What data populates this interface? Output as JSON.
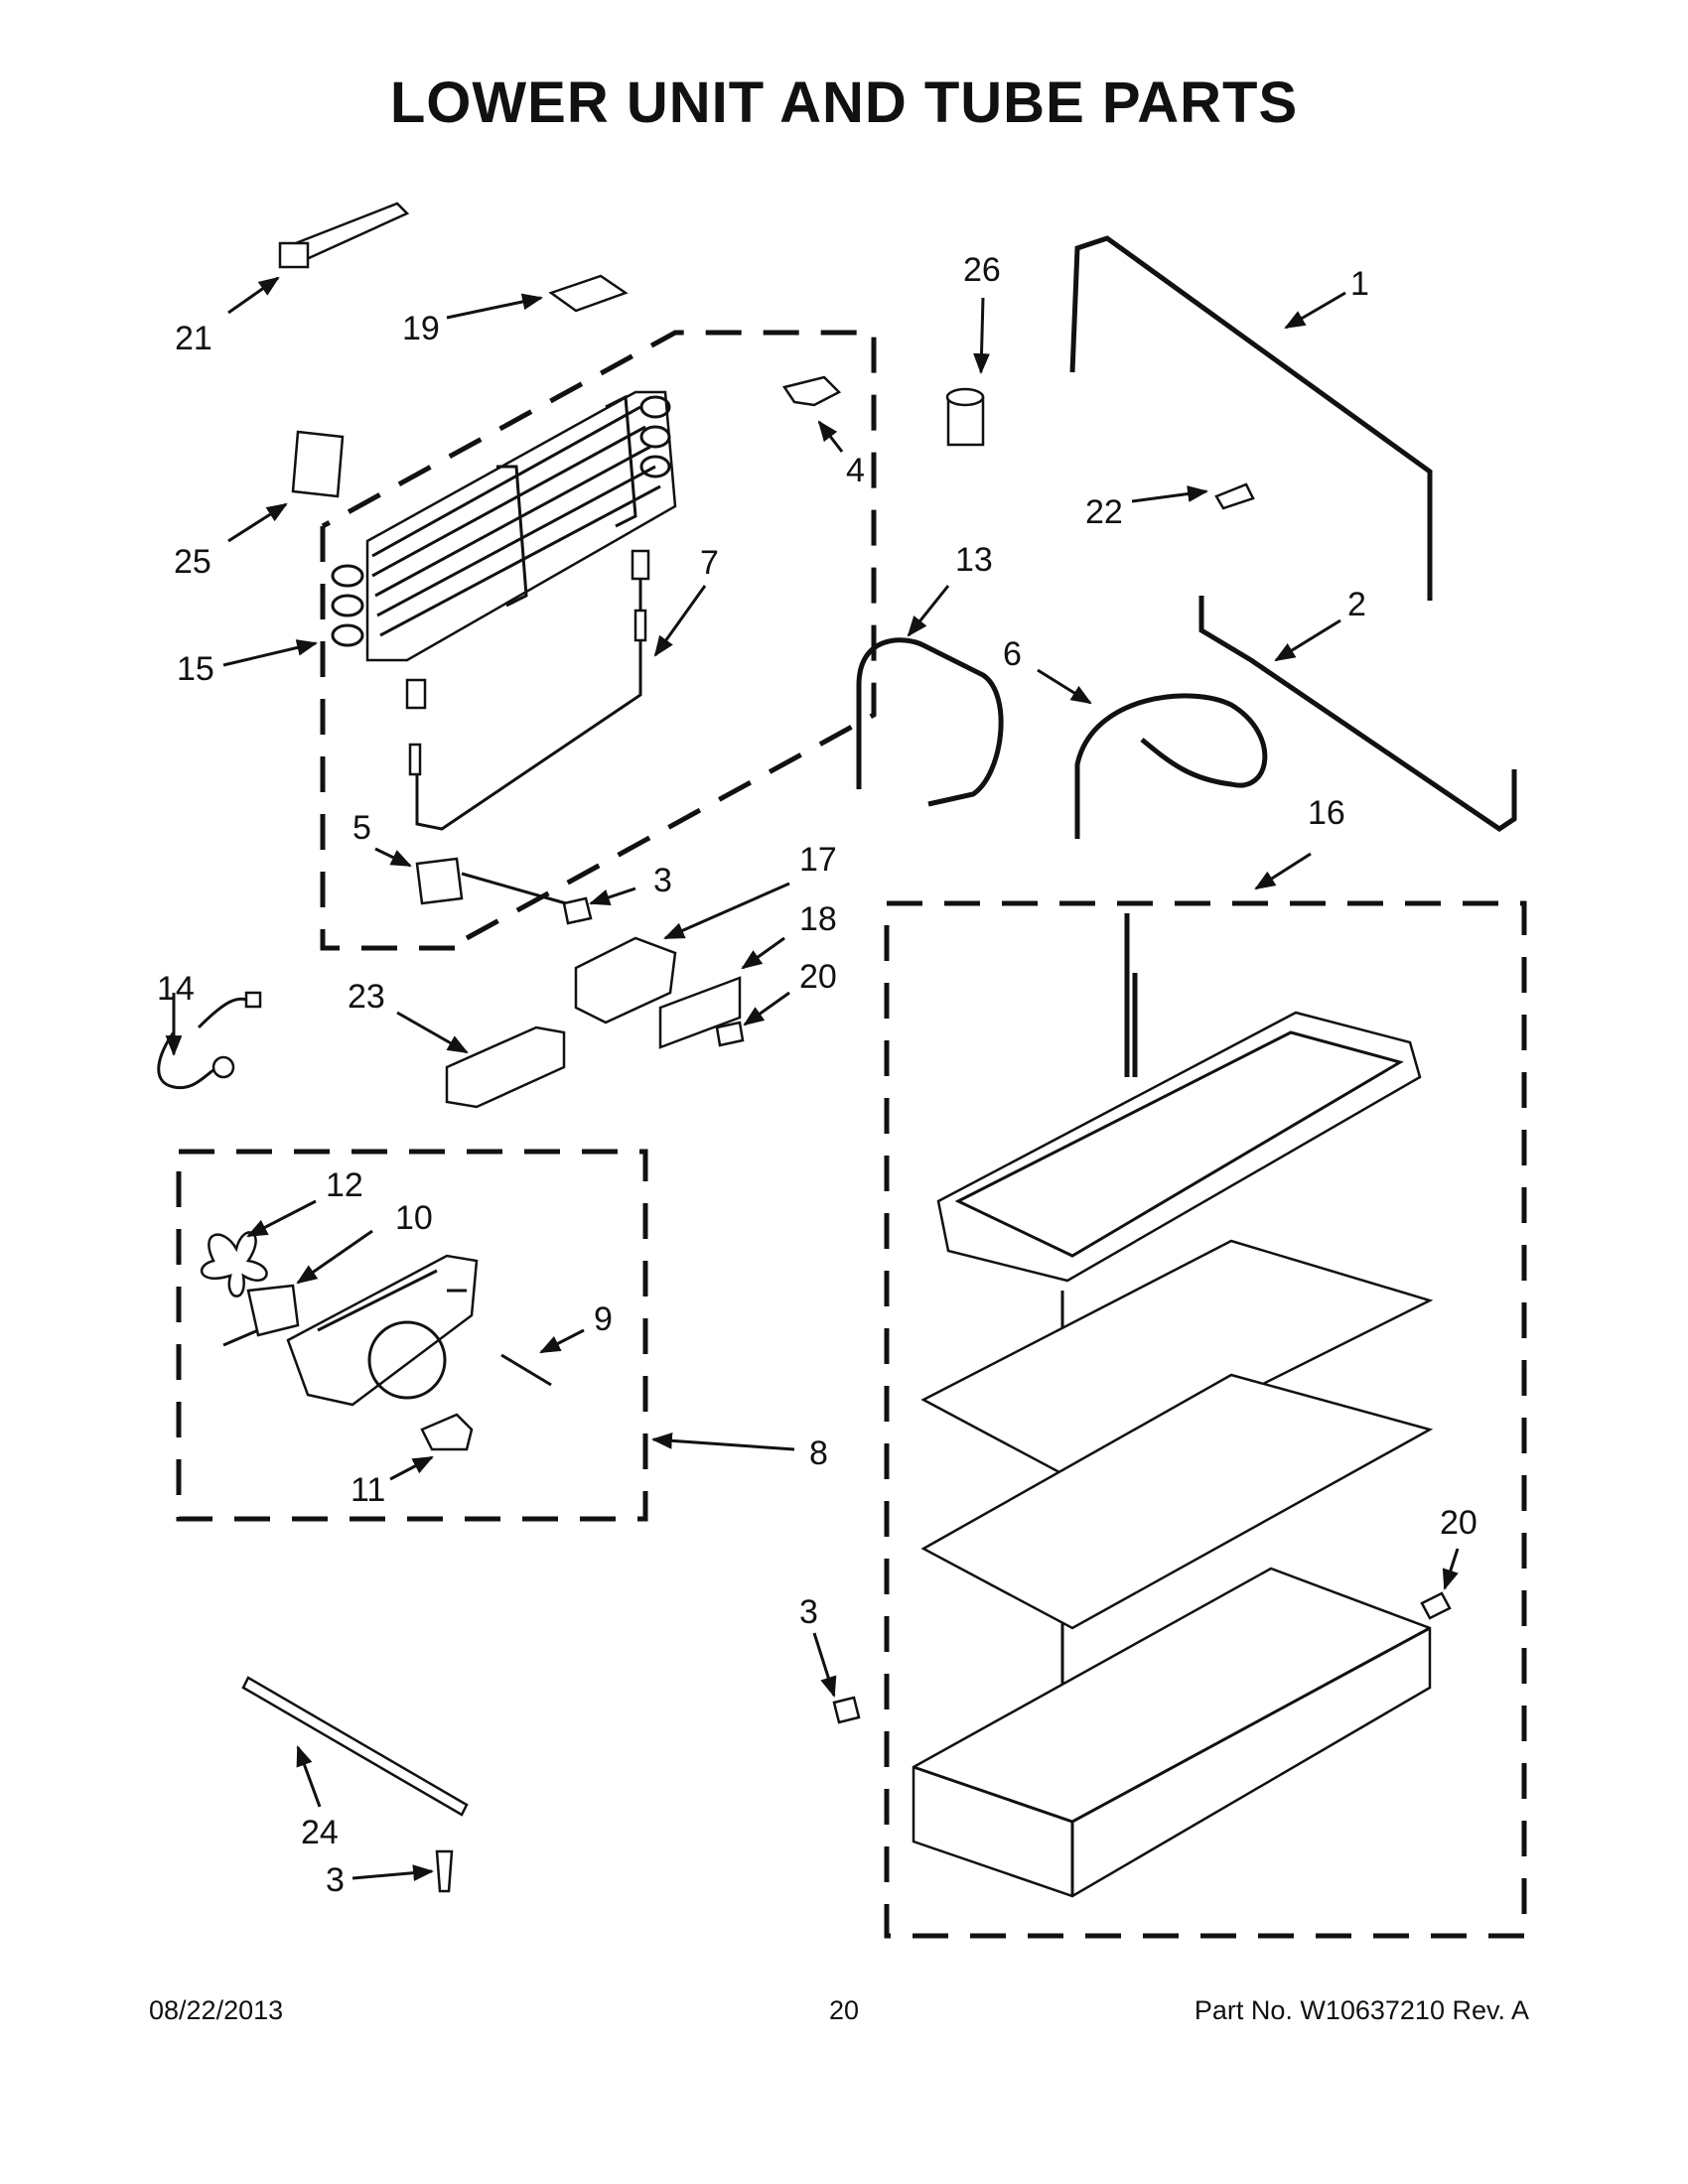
{
  "title": "LOWER UNIT AND TUBE PARTS",
  "callouts": {
    "c1": "1",
    "c2": "2",
    "c3a": "3",
    "c3b": "3",
    "c3c": "3",
    "c4": "4",
    "c5": "5",
    "c6": "6",
    "c7": "7",
    "c8": "8",
    "c9": "9",
    "c10": "10",
    "c11": "11",
    "c12": "12",
    "c13": "13",
    "c14": "14",
    "c15": "15",
    "c16": "16",
    "c17": "17",
    "c18": "18",
    "c19": "19",
    "c20a": "20",
    "c20b": "20",
    "c21": "21",
    "c22": "22",
    "c23": "23",
    "c24": "24",
    "c25": "25",
    "c26": "26"
  },
  "footer": {
    "date": "08/22/2013",
    "page": "20",
    "part": "Part No.  W10637210  Rev.  A"
  }
}
